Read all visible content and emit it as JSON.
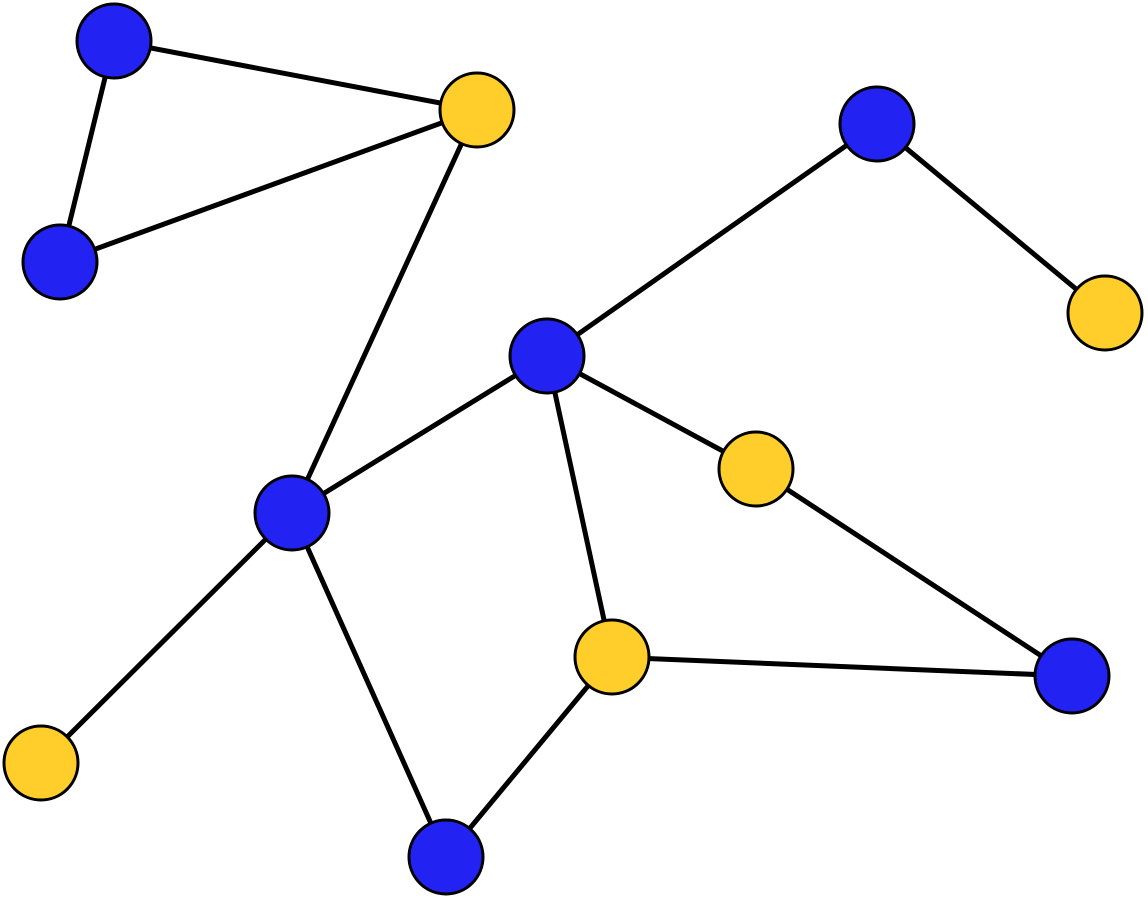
{
  "graph": {
    "colors": {
      "blue": "#2222f2",
      "yellow": "#ffce2b",
      "edge": "#000000",
      "outline": "#000000"
    },
    "nodes": [
      {
        "id": "n1",
        "color": "blue"
      },
      {
        "id": "n2",
        "color": "blue"
      },
      {
        "id": "n3",
        "color": "yellow"
      },
      {
        "id": "n4",
        "color": "blue"
      },
      {
        "id": "n5",
        "color": "yellow"
      },
      {
        "id": "n6",
        "color": "blue"
      },
      {
        "id": "n7",
        "color": "yellow"
      },
      {
        "id": "n8",
        "color": "blue"
      },
      {
        "id": "n9",
        "color": "yellow"
      },
      {
        "id": "n10",
        "color": "blue"
      },
      {
        "id": "n11",
        "color": "yellow"
      },
      {
        "id": "n12",
        "color": "blue"
      }
    ],
    "edges": [
      [
        "n1",
        "n3"
      ],
      [
        "n1",
        "n2"
      ],
      [
        "n2",
        "n3"
      ],
      [
        "n3",
        "n8"
      ],
      [
        "n4",
        "n6"
      ],
      [
        "n4",
        "n5"
      ],
      [
        "n6",
        "n8"
      ],
      [
        "n6",
        "n7"
      ],
      [
        "n6",
        "n9"
      ],
      [
        "n7",
        "n10"
      ],
      [
        "n9",
        "n10"
      ],
      [
        "n8",
        "n11"
      ],
      [
        "n8",
        "n12"
      ],
      [
        "n9",
        "n12"
      ]
    ]
  }
}
